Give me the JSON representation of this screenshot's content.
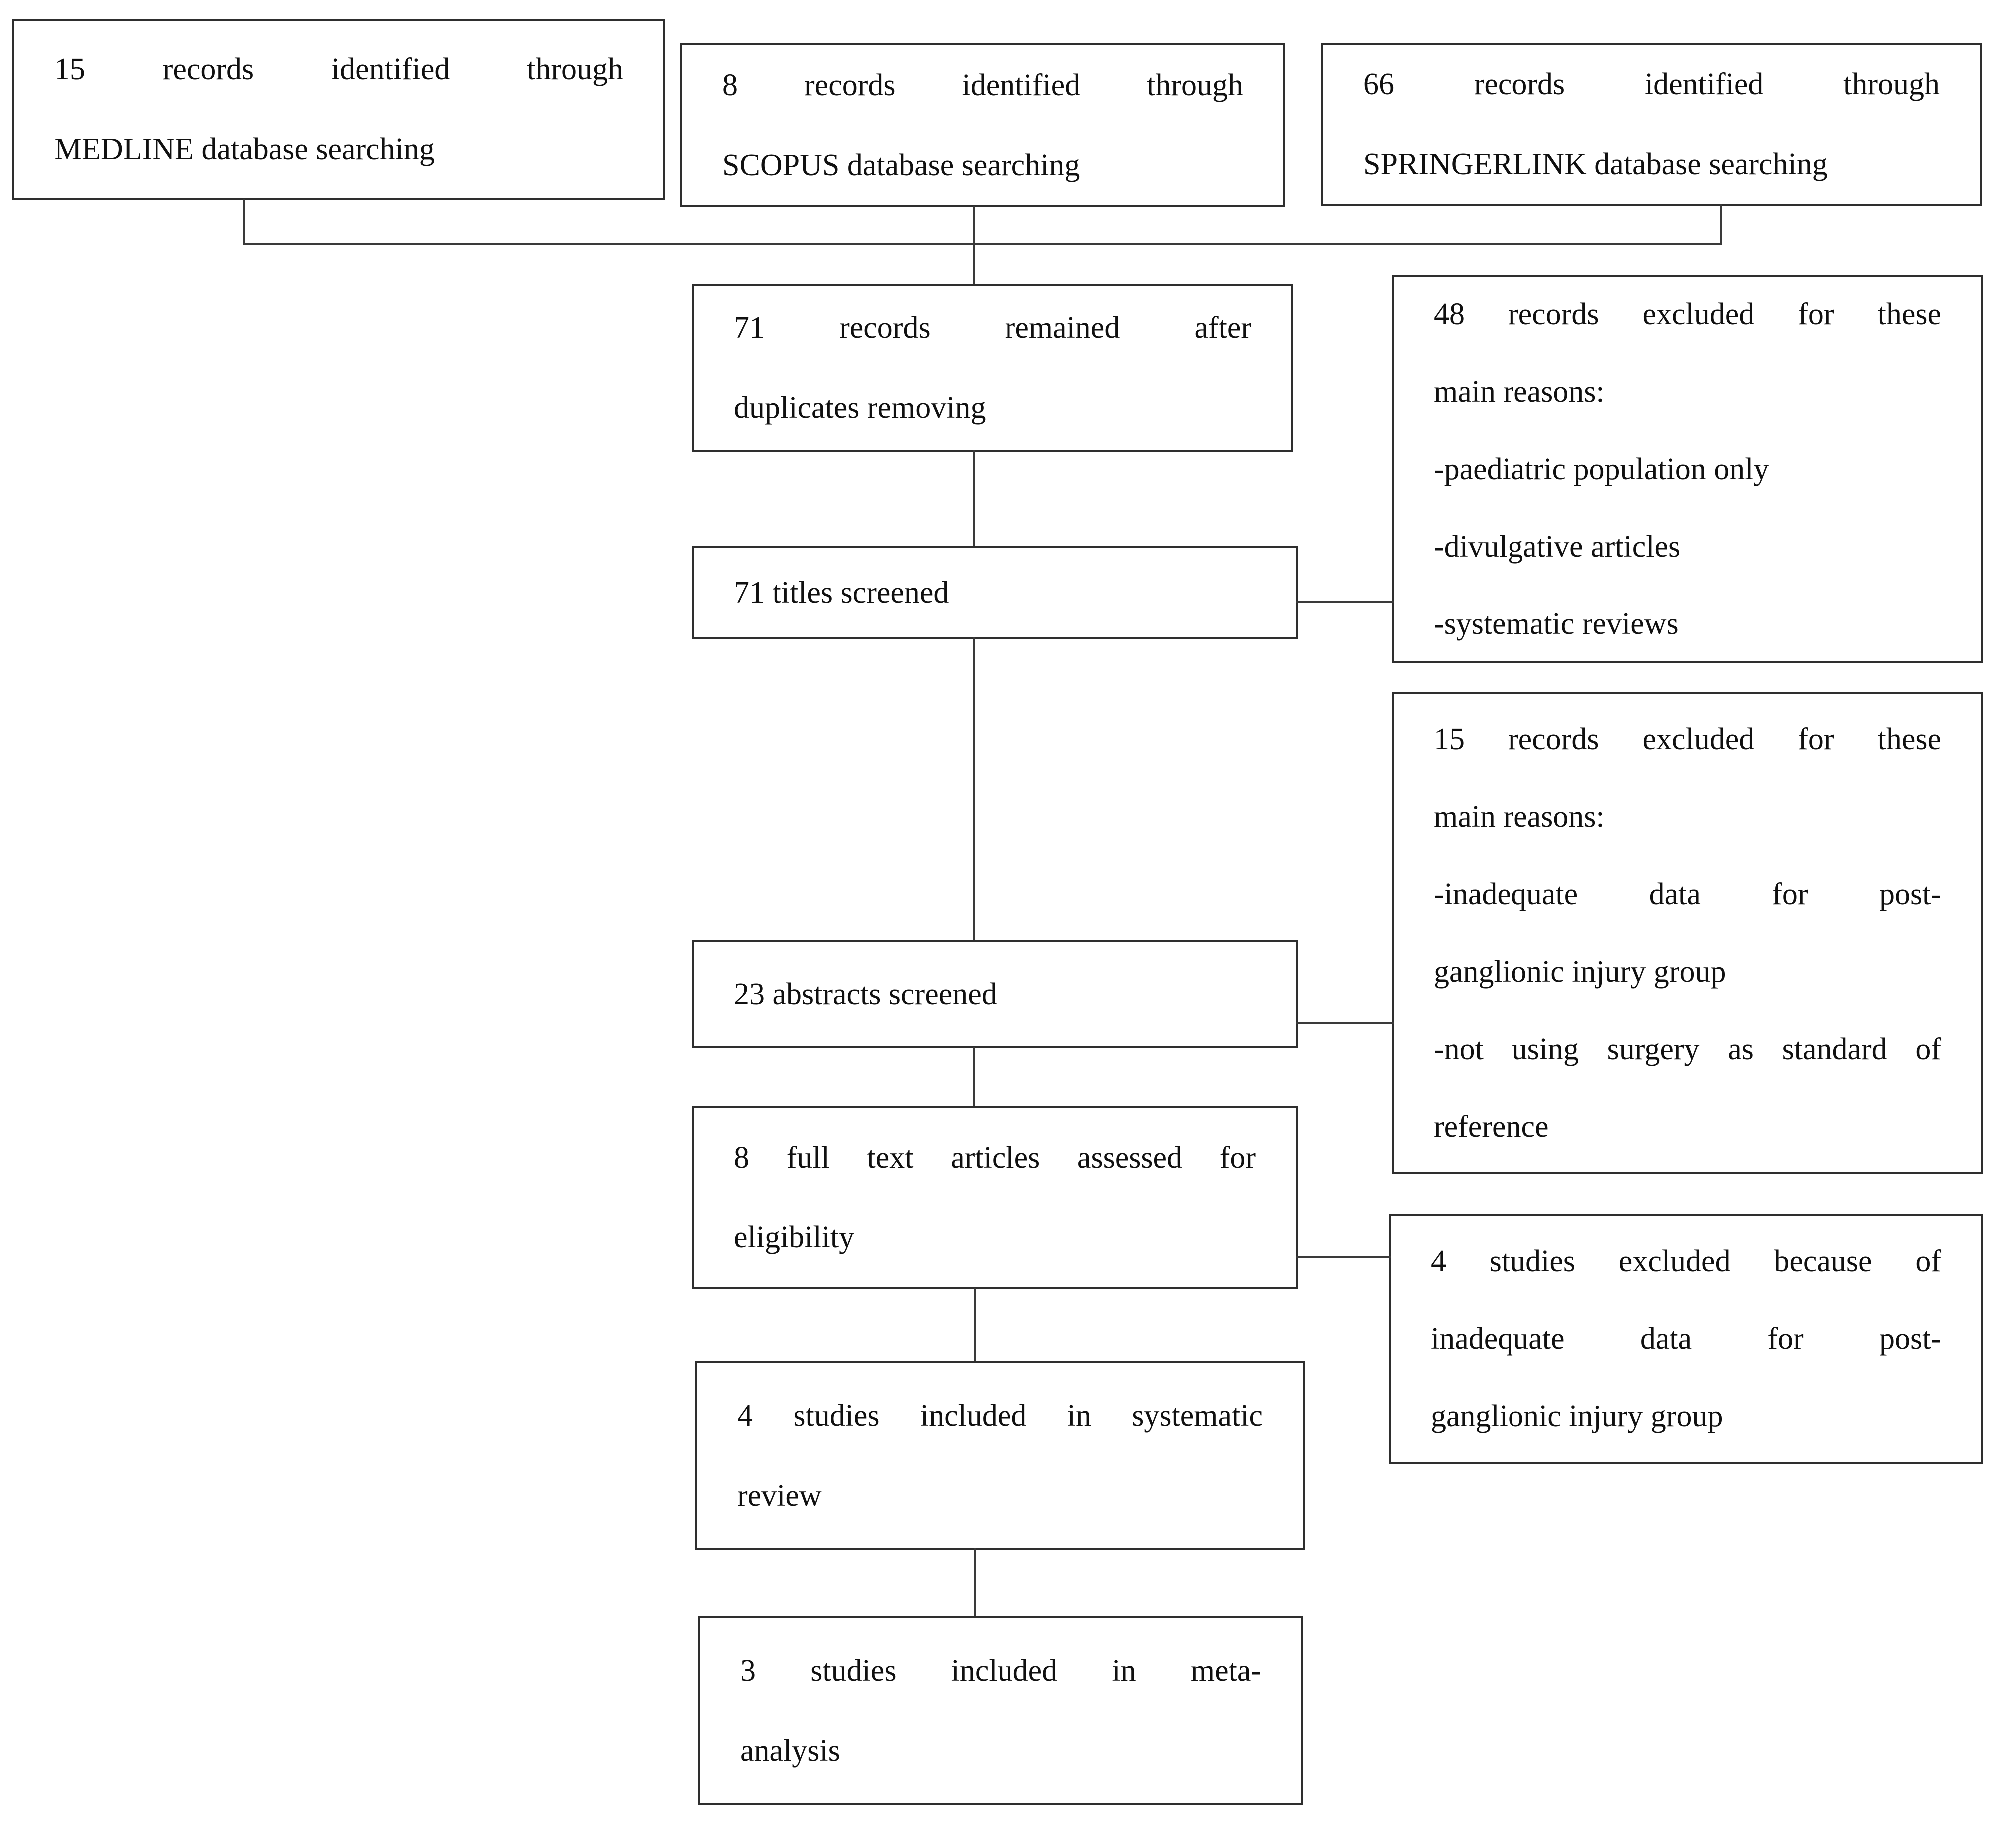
{
  "boxes": {
    "medline": {
      "lines": [
        "15 records identified through",
        "MEDLINE database searching"
      ]
    },
    "scopus": {
      "lines": [
        "8 records identified through",
        "SCOPUS database searching"
      ]
    },
    "springerlink": {
      "lines": [
        "66 records identified through",
        "SPRINGERLINK database searching"
      ]
    },
    "duplicates": {
      "lines": [
        "71 records remained after",
        "duplicates removing"
      ]
    },
    "excluded48": {
      "lines": [
        "48 records excluded for these",
        "main reasons:",
        "-paediatric population only",
        "-divulgative articles",
        "-systematic reviews"
      ]
    },
    "titles": {
      "lines": [
        "71 titles screened"
      ]
    },
    "excluded15": {
      "lines": [
        "15 records excluded for these",
        "main reasons:",
        "-inadequate data for post-",
        "ganglionic injury group",
        "-not using surgery as standard of",
        "reference"
      ]
    },
    "abstracts": {
      "lines": [
        "23 abstracts screened"
      ]
    },
    "fulltext": {
      "lines": [
        "8 full text articles assessed for",
        "eligibility"
      ]
    },
    "excluded4": {
      "lines": [
        "4 studies excluded because of",
        "inadequate data for post-",
        "ganglionic injury group"
      ]
    },
    "systematic": {
      "lines": [
        "4 studies included in systematic",
        "review"
      ]
    },
    "meta": {
      "lines": [
        "3 studies included in meta-",
        "analysis"
      ]
    }
  },
  "colors": {
    "border": "#2e2e2e",
    "connector": "#3a3a3a",
    "background": "#ffffff",
    "text": "#101010"
  }
}
